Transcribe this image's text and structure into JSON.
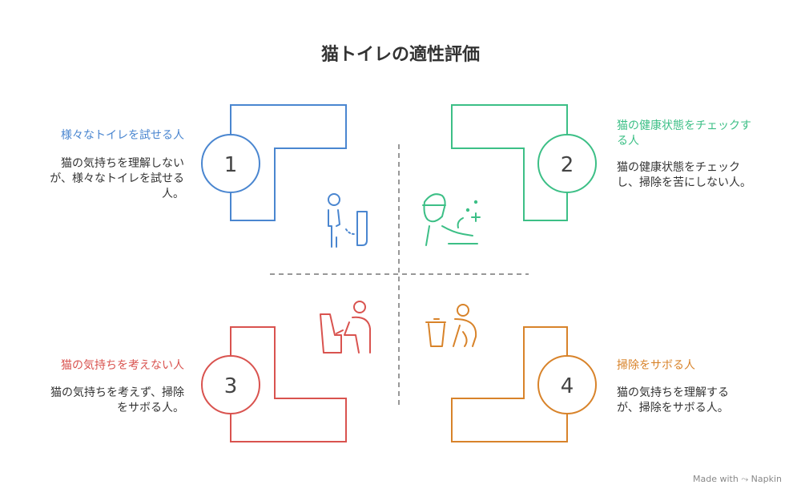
{
  "title": "猫トイレの適性評価",
  "quadrants": [
    {
      "number": "1",
      "label": "様々なトイレを試せる人",
      "desc": "猫の気持ちを理解しないが、様々なトイレを試せる人。",
      "color": "#4a86d0",
      "icon": "person-urinal-icon"
    },
    {
      "number": "2",
      "label": "猫の健康状態をチェックする人",
      "desc": "猫の健康状態をチェックし、掃除を苦にしない人。",
      "color": "#3cbf86",
      "icon": "person-cleaning-icon"
    },
    {
      "number": "3",
      "label": "猫の気持ちを考えない人",
      "desc": "猫の気持ちを考えず、掃除をサボる人。",
      "color": "#d9534f",
      "icon": "person-sitting-icon"
    },
    {
      "number": "4",
      "label": "掃除をサボる人",
      "desc": "猫の気持ちを理解するが、掃除をサボる人。",
      "color": "#d8832a",
      "icon": "person-trash-icon"
    }
  ],
  "footer": {
    "made_with": "Made with",
    "brand": "Napkin"
  }
}
